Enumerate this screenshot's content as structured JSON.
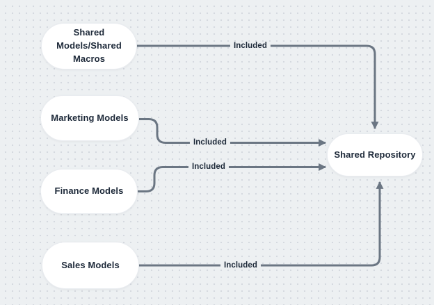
{
  "diagram": {
    "type": "flowchart",
    "colors": {
      "background": "#edf0f2",
      "dot_grid": "#d5d9df",
      "node_fill": "#ffffff",
      "node_text": "#1d2939",
      "edge_stroke": "#6b7683"
    },
    "nodes": [
      {
        "id": "shared-models-shared-macros",
        "label": "Shared\nModels/Shared\nMacros"
      },
      {
        "id": "marketing-models",
        "label": "Marketing Models"
      },
      {
        "id": "finance-models",
        "label": "Finance Models"
      },
      {
        "id": "sales-models",
        "label": "Sales Models"
      },
      {
        "id": "shared-repository",
        "label": "Shared Repository"
      }
    ],
    "edges": [
      {
        "from": "shared-models-shared-macros",
        "to": "shared-repository",
        "label": "Included"
      },
      {
        "from": "marketing-models",
        "to": "shared-repository",
        "label": "Included"
      },
      {
        "from": "finance-models",
        "to": "shared-repository",
        "label": "Included"
      },
      {
        "from": "sales-models",
        "to": "shared-repository",
        "label": "Included"
      }
    ]
  }
}
